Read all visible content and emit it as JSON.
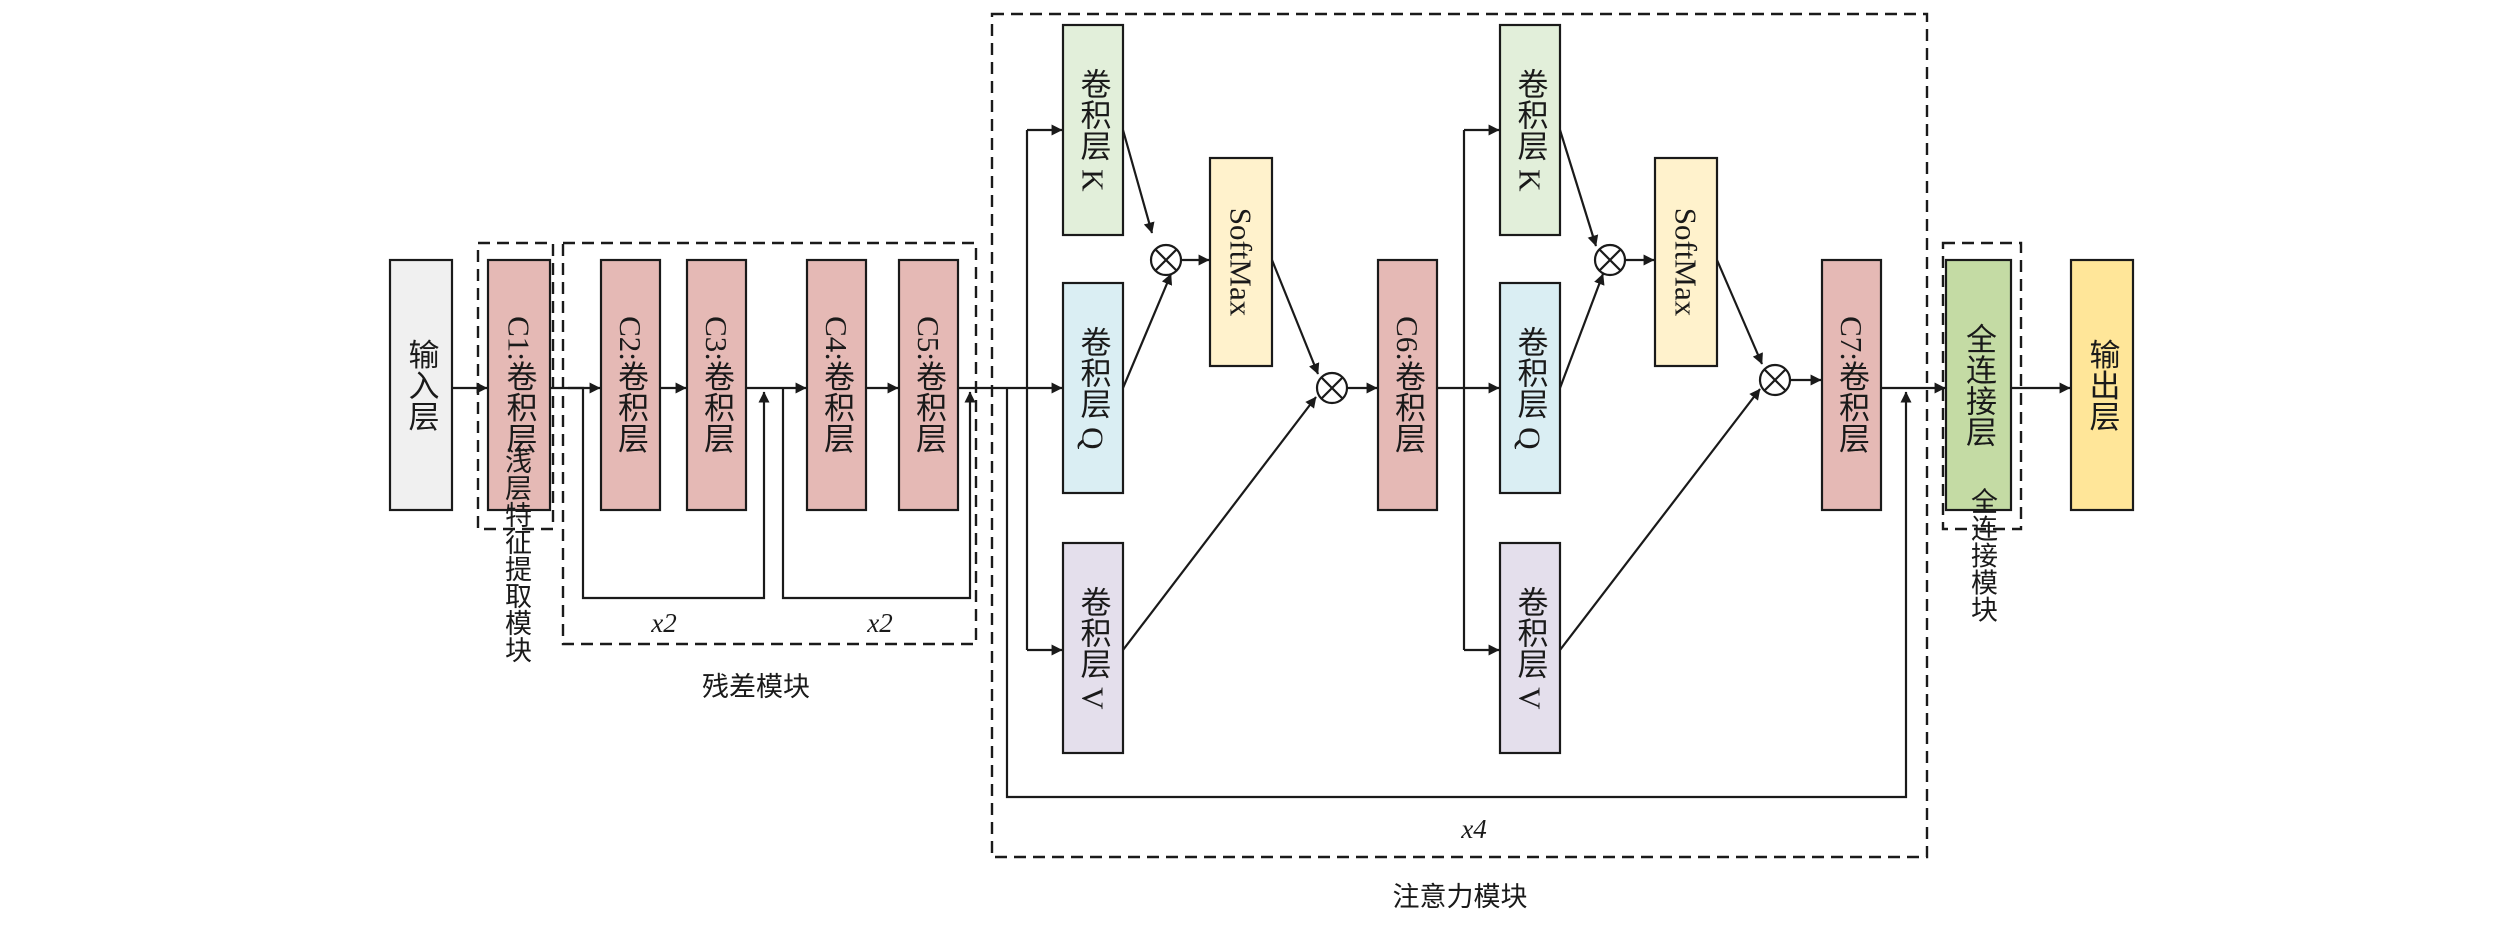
{
  "colors": {
    "input": "#f0f0f0",
    "conv_red": "#e5b9b5",
    "conv_k": "#e2efda",
    "conv_q": "#daeef3",
    "conv_v": "#e4dfec",
    "softmax": "#fff2cc",
    "fc": "#c4dba4",
    "output": "#ffe699",
    "stroke": "#1a1a1a"
  },
  "boxes": {
    "input": "输入层",
    "c1": "C1:卷积层",
    "c2": "C2:卷积层",
    "c3": "C3:卷积层",
    "c4": "C4:卷积层",
    "c5": "C5:卷积层",
    "k1": "卷积层 K",
    "q1": "卷积层 Q",
    "v1": "卷积层 V",
    "softmax1": "SoftMax",
    "c6": "C6:卷积层",
    "k2": "卷积层 K",
    "q2": "卷积层 Q",
    "v2": "卷积层 V",
    "softmax2": "SoftMax",
    "c7": "C7:卷积层",
    "fc": "全连接层",
    "output": "输出层"
  },
  "modules": {
    "shallow": "浅层特征提取模块",
    "residual": "残差模块",
    "attention": "注意力模块",
    "fc_module": "全连接模块"
  },
  "repeats": {
    "res1": "x2",
    "res2": "x2",
    "attention": "x4"
  }
}
